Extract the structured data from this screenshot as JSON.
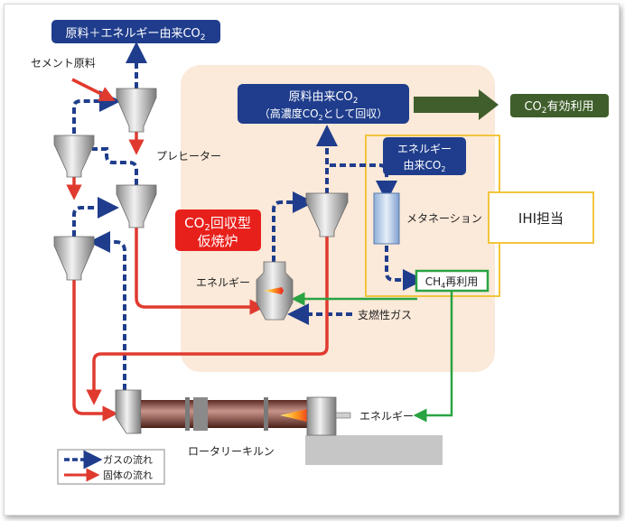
{
  "labels": {
    "top_box": [
      "原料＋エネルギー由来CO",
      "2"
    ],
    "raw_material": "セメント原料",
    "preheater": "プレヒーター",
    "box_raw_co2_line1": [
      "原料由来CO",
      "2"
    ],
    "box_raw_co2_line2": [
      "（高濃度CO",
      "2",
      "として回収）"
    ],
    "co2_use": [
      "CO",
      "2",
      "有効利用"
    ],
    "energy_co2_line1": "エネルギー",
    "energy_co2_line2": [
      "由来CO",
      "2"
    ],
    "calciner_line1": [
      "CO",
      "2",
      "回収型"
    ],
    "calciner_line2": "仮焼炉",
    "methanation": "メタネーション",
    "ihi": "IHI担当",
    "energy_calciner": "エネルギー",
    "ch4_reuse": [
      "CH",
      "4",
      "再利用"
    ],
    "combustion_gas": "支燃性ガス",
    "energy_kiln": "エネルギー",
    "rotary_kiln": "ロータリーキルン",
    "legend_gas": "ガスの流れ",
    "legend_solid": "固体の流れ"
  },
  "colors": {
    "navy": "#1f3d8c",
    "red": "#e03a2f",
    "green": "#2aa343",
    "dark_green": "#3f5e2b",
    "peach": "#fbe9d9",
    "yellow": "#f2c53d",
    "calciner_red": "#e8201c"
  }
}
